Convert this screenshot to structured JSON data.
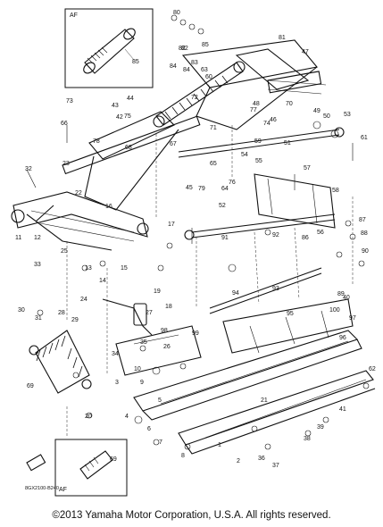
{
  "diagram": {
    "callout_top_tag": "AF",
    "callout_top_part": "85",
    "callout_bottom_tag": "AF",
    "callout_bottom_part": "69",
    "drawing_code": "8GX2100-B240",
    "labels": [
      {
        "id": "a",
        "text": "80"
      },
      {
        "id": "b",
        "text": "82"
      },
      {
        "id": "c",
        "text": "83"
      },
      {
        "id": "d",
        "text": "84"
      },
      {
        "id": "e",
        "text": "81"
      },
      {
        "id": "f",
        "text": "47"
      },
      {
        "id": "g",
        "text": "85"
      },
      {
        "id": "h",
        "text": "82"
      },
      {
        "id": "i",
        "text": "84"
      },
      {
        "id": "j",
        "text": "63"
      },
      {
        "id": "k",
        "text": "60"
      },
      {
        "id": "l",
        "text": "73"
      },
      {
        "id": "m",
        "text": "75"
      },
      {
        "id": "n",
        "text": "71"
      },
      {
        "id": "o",
        "text": "67"
      },
      {
        "id": "p",
        "text": "68"
      },
      {
        "id": "q",
        "text": "72"
      },
      {
        "id": "r",
        "text": "66"
      },
      {
        "id": "s",
        "text": "78"
      },
      {
        "id": "t",
        "text": "77"
      },
      {
        "id": "u",
        "text": "46"
      },
      {
        "id": "v",
        "text": "49"
      },
      {
        "id": "w",
        "text": "50"
      },
      {
        "id": "x",
        "text": "53"
      },
      {
        "id": "y",
        "text": "61"
      },
      {
        "id": "z",
        "text": "42"
      },
      {
        "id": "aa",
        "text": "43"
      },
      {
        "id": "ab",
        "text": "44"
      },
      {
        "id": "ac",
        "text": "45"
      },
      {
        "id": "ad",
        "text": "79"
      },
      {
        "id": "ae",
        "text": "76"
      },
      {
        "id": "af",
        "text": "32"
      },
      {
        "id": "ag",
        "text": "23"
      },
      {
        "id": "ah",
        "text": "22"
      },
      {
        "id": "ai",
        "text": "11"
      },
      {
        "id": "aj",
        "text": "12"
      },
      {
        "id": "ak",
        "text": "33"
      },
      {
        "id": "al",
        "text": "13"
      },
      {
        "id": "am",
        "text": "14"
      },
      {
        "id": "an",
        "text": "15"
      },
      {
        "id": "ao",
        "text": "24"
      },
      {
        "id": "ap",
        "text": "17"
      },
      {
        "id": "aq",
        "text": "19"
      },
      {
        "id": "ar",
        "text": "58"
      },
      {
        "id": "as",
        "text": "59"
      },
      {
        "id": "at",
        "text": "57"
      },
      {
        "id": "au",
        "text": "52"
      },
      {
        "id": "av",
        "text": "56"
      },
      {
        "id": "aw",
        "text": "87"
      },
      {
        "id": "ax",
        "text": "88"
      },
      {
        "id": "ay",
        "text": "89"
      },
      {
        "id": "az",
        "text": "90"
      },
      {
        "id": "ba",
        "text": "91"
      },
      {
        "id": "bb",
        "text": "92"
      },
      {
        "id": "bc",
        "text": "100"
      },
      {
        "id": "bd",
        "text": "93"
      },
      {
        "id": "be",
        "text": "95"
      },
      {
        "id": "bf",
        "text": "97"
      },
      {
        "id": "bg",
        "text": "62"
      },
      {
        "id": "bh",
        "text": "96"
      },
      {
        "id": "bi",
        "text": "28"
      },
      {
        "id": "bj",
        "text": "30"
      },
      {
        "id": "bk",
        "text": "31"
      },
      {
        "id": "bl",
        "text": "29"
      },
      {
        "id": "bm",
        "text": "20"
      },
      {
        "id": "bn",
        "text": "34"
      },
      {
        "id": "bo",
        "text": "35"
      },
      {
        "id": "bp",
        "text": "3"
      },
      {
        "id": "bq",
        "text": "4"
      },
      {
        "id": "br",
        "text": "5"
      },
      {
        "id": "bs",
        "text": "6"
      },
      {
        "id": "bt",
        "text": "7"
      },
      {
        "id": "bu",
        "text": "1"
      },
      {
        "id": "bv",
        "text": "2"
      },
      {
        "id": "bw",
        "text": "8"
      },
      {
        "id": "bx",
        "text": "21"
      },
      {
        "id": "by",
        "text": "36"
      },
      {
        "id": "bz",
        "text": "37"
      },
      {
        "id": "ca",
        "text": "38"
      },
      {
        "id": "cb",
        "text": "39"
      },
      {
        "id": "cc",
        "text": "41"
      },
      {
        "id": "cd",
        "text": "10"
      },
      {
        "id": "ce",
        "text": "9"
      },
      {
        "id": "cf",
        "text": "18"
      },
      {
        "id": "cg",
        "text": "27"
      },
      {
        "id": "ch",
        "text": "26"
      },
      {
        "id": "ci",
        "text": "40"
      },
      {
        "id": "cj",
        "text": "65"
      },
      {
        "id": "ck",
        "text": "64"
      },
      {
        "id": "cl",
        "text": "48"
      },
      {
        "id": "cm",
        "text": "51"
      },
      {
        "id": "cn",
        "text": "54"
      },
      {
        "id": "co",
        "text": "55"
      },
      {
        "id": "cp",
        "text": "74"
      },
      {
        "id": "cq",
        "text": "70"
      },
      {
        "id": "cr",
        "text": "86"
      },
      {
        "id": "cs",
        "text": "16"
      },
      {
        "id": "ct",
        "text": "25"
      },
      {
        "id": "cu",
        "text": "94"
      },
      {
        "id": "cv",
        "text": "98"
      },
      {
        "id": "cw",
        "text": "99"
      },
      {
        "id": "cx",
        "text": "69"
      }
    ]
  },
  "footer": {
    "copyright": "©2013 Yamaha Motor Corporation, U.S.A. All rights reserved."
  }
}
